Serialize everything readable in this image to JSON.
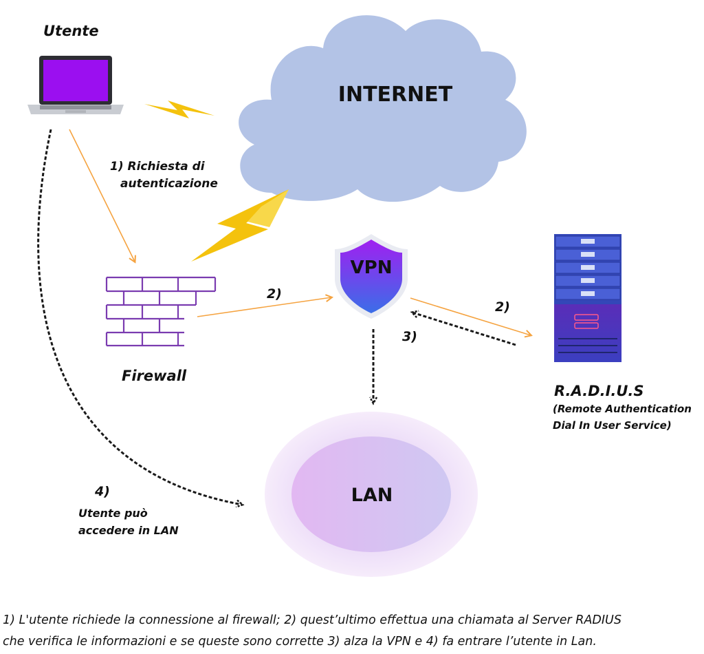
{
  "labels": {
    "utente": "Utente",
    "internet": "INTERNET",
    "step1_line1": "1) Richiesta di",
    "step1_line2": "autenticazione",
    "firewall": "Firewall",
    "vpn": "VPN",
    "step2_a": "2)",
    "step2_b": "2)",
    "step3": "3)",
    "radius": "R.A.D.I.U.S",
    "radius_line1": "(Remote Authentication",
    "radius_line2": "Dial In User Service)",
    "lan": "LAN",
    "step4": "4)",
    "step4_line1": "Utente può",
    "step4_line2": "accedere in LAN"
  },
  "caption": {
    "line1": "1) L'utente richiede la connessione al firewall; 2) quest’ultimo effettua una chiamata al Server RADIUS",
    "line2": "che verifica le informazioni e se queste sono corrette 3) alza la VPN e 4) fa entrare l’utente in Lan."
  },
  "colors": {
    "cloud": "#b3c3e6",
    "laptop_screen": "#9b0ff0",
    "laptop_body": "#2d2d33",
    "firewall": "#7a3bb0",
    "vpn_top": "#a020f0",
    "vpn_bottom": "#3b6ee8",
    "radius": "#3f51c8",
    "arrow_orange": "#f5a340",
    "lightning": "#f4c20d",
    "lan": "#e3c6f5"
  },
  "icons": [
    "laptop-icon",
    "cloud-icon",
    "lightning-icon",
    "firewall-icon",
    "vpn-shield-icon",
    "server-icon",
    "lan-ellipse-icon"
  ]
}
